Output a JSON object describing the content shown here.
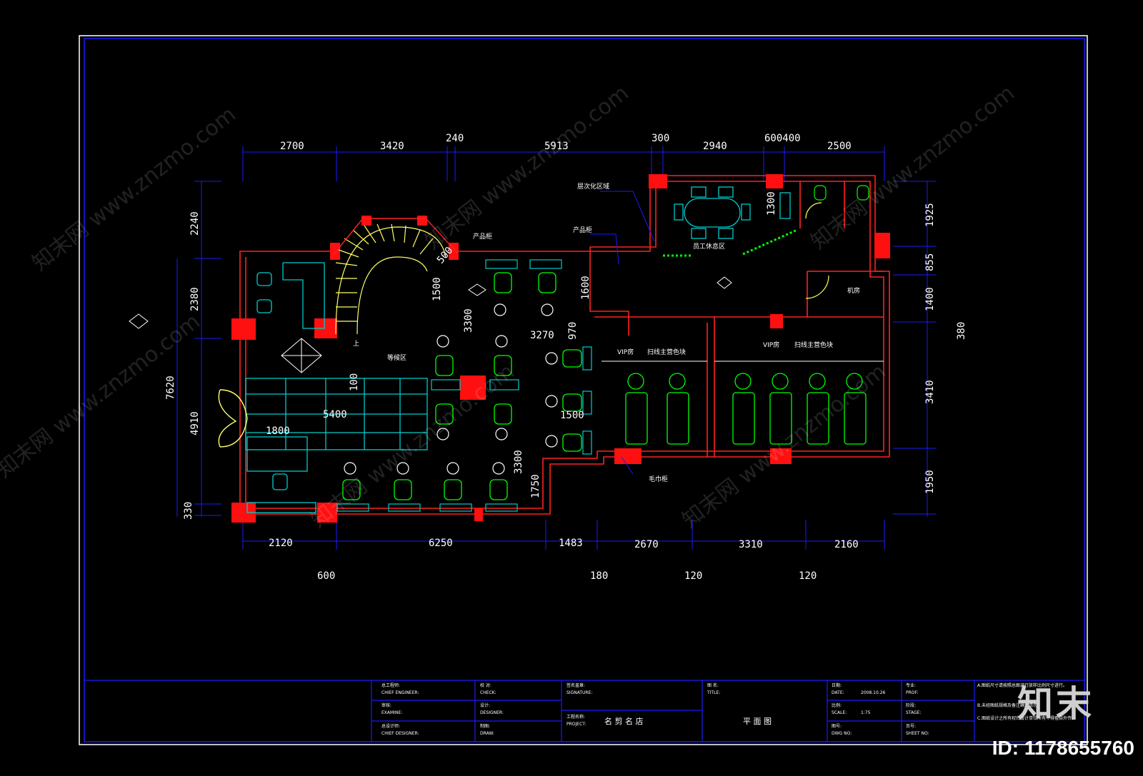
{
  "dims": {
    "top": [
      "2700",
      "3420",
      "240",
      "5913",
      "300",
      "2940",
      "600400",
      "2500"
    ],
    "bottom": [
      "2120",
      "6250",
      "1483",
      "2670",
      "3310",
      "2160"
    ],
    "bottom_sub": [
      "600",
      "180",
      "120",
      "120"
    ],
    "left": [
      "2240",
      "2380",
      "7620",
      "4910",
      "330"
    ],
    "right": [
      "1925",
      "855",
      "1400",
      "3410",
      "1950",
      "380"
    ],
    "inner": [
      "500",
      "1500",
      "3300",
      "1600",
      "970",
      "3270",
      "100",
      "5400",
      "1800",
      "1500",
      "3300",
      "1750",
      "1300"
    ]
  },
  "labels": {
    "vip1": "VIP房",
    "vip1b": "扫线主营色块",
    "vip2": "VIP房",
    "vip2b": "扫线主营色块",
    "up": "上",
    "wait": "等候区",
    "product1": "产品柜",
    "product2": "产品柜",
    "cabinet": "层次化区域",
    "staff": "员工休息区",
    "machine": "机房",
    "towel": "毛巾柜"
  },
  "titleblock": {
    "c1r1": "总工程师:",
    "c1r1e": "CHIEF ENGINEER:",
    "c1r2": "审核:",
    "c1r2e": "EXAMINE:",
    "c1r3": "总设计师:",
    "c1r3e": "CHIEF DESIGNER:",
    "c2r1": "校 对:",
    "c2r1e": "CHECK:",
    "c2r2": "设计:",
    "c2r2e": "DESIGNER:",
    "c2r3": "制图:",
    "c2r3e": "DRAW:",
    "sig": "签名盖章:",
    "sige": "SIGNATURE:",
    "proj": "工程名称:",
    "proje": "PROJECT:",
    "proj_val": "名 剪 名 店",
    "title": "图 名:",
    "titlee": "TITLE:",
    "title_val": "平 面 图",
    "date": "日期:",
    "datee": "DATE:",
    "date_val": "2008.10.26",
    "scale": "比例:",
    "scalee": "SCALE:",
    "scale_val": "1:75",
    "dwg": "图号:",
    "dwge": "DWG NO:",
    "prof": "专业:",
    "profe": "PROF:",
    "stage": "阶段:",
    "stagee": "STAGE:",
    "sheet": "页号:",
    "sheete": "SHEET NO:",
    "note1": "A.图纸尺寸请按照总图进行放样比例尺寸进行。",
    "note2": "B.未经图纸规格及备注确认请勿。",
    "note3": "C.图纸设计之所有权归设计单位所有不得擅自外传。"
  },
  "watermarks": [
    "知末网 www.znzmo.com",
    "知末网 www.znzmo.com",
    "知末网 www.znzmo.com",
    "知末网 www.znzmo.com",
    "知末网 www.znzmo.com",
    "知末网 www.znzmo.com"
  ],
  "brand": "知末",
  "id": "ID: 1178655760",
  "colors": {
    "wall": "#ff0000",
    "frame": "#1a1aff",
    "furniture": "#00ff00",
    "stair": "#ffff66",
    "cyan": "#00cccc",
    "dim": "#ffffff"
  }
}
